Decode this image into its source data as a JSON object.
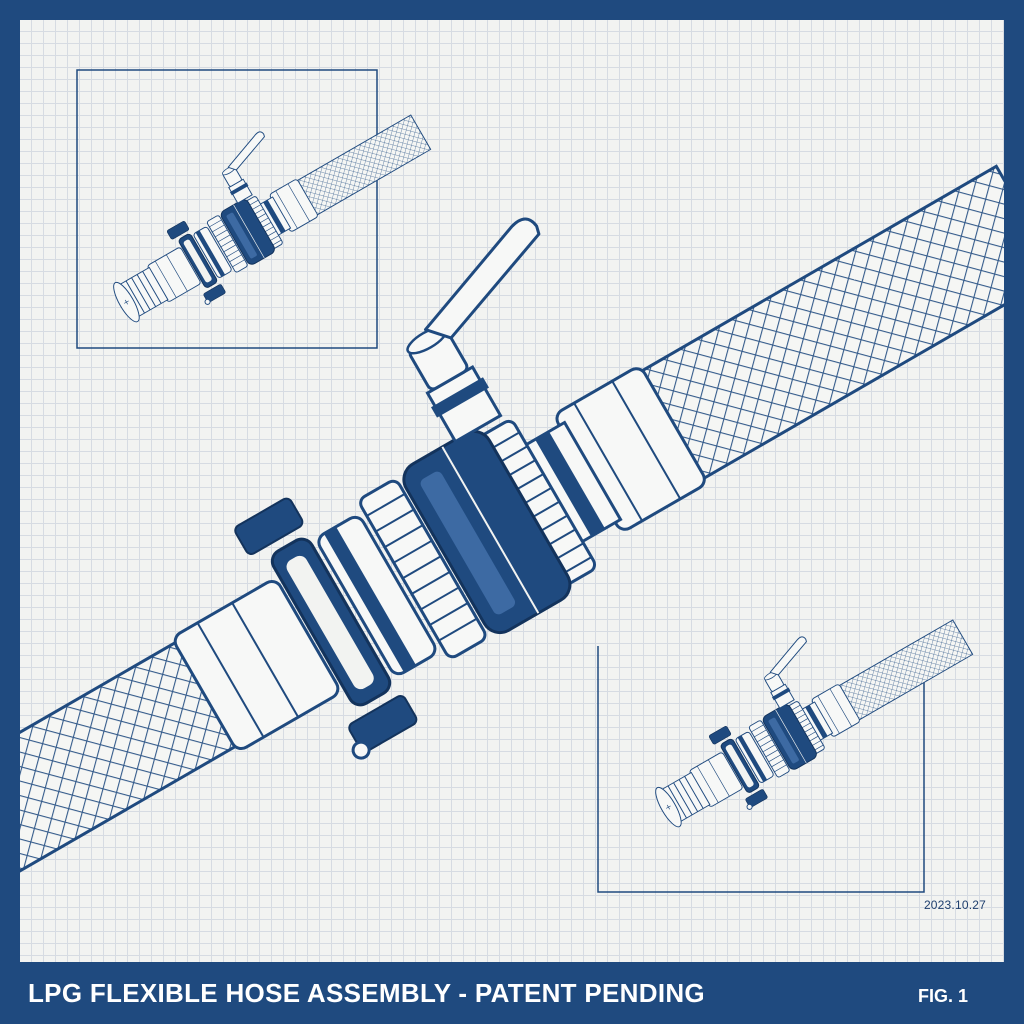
{
  "title": "LPG FLEXIBLE HOSE ASSEMBLY - PATENT PENDING",
  "figure_label": "FIG. 1",
  "date": "2023.10.27",
  "colors": {
    "frame": "#1f4a7f",
    "ink": "#1f4a7f",
    "paper": "#f2f3f1",
    "grid": "#d6dbe2"
  }
}
